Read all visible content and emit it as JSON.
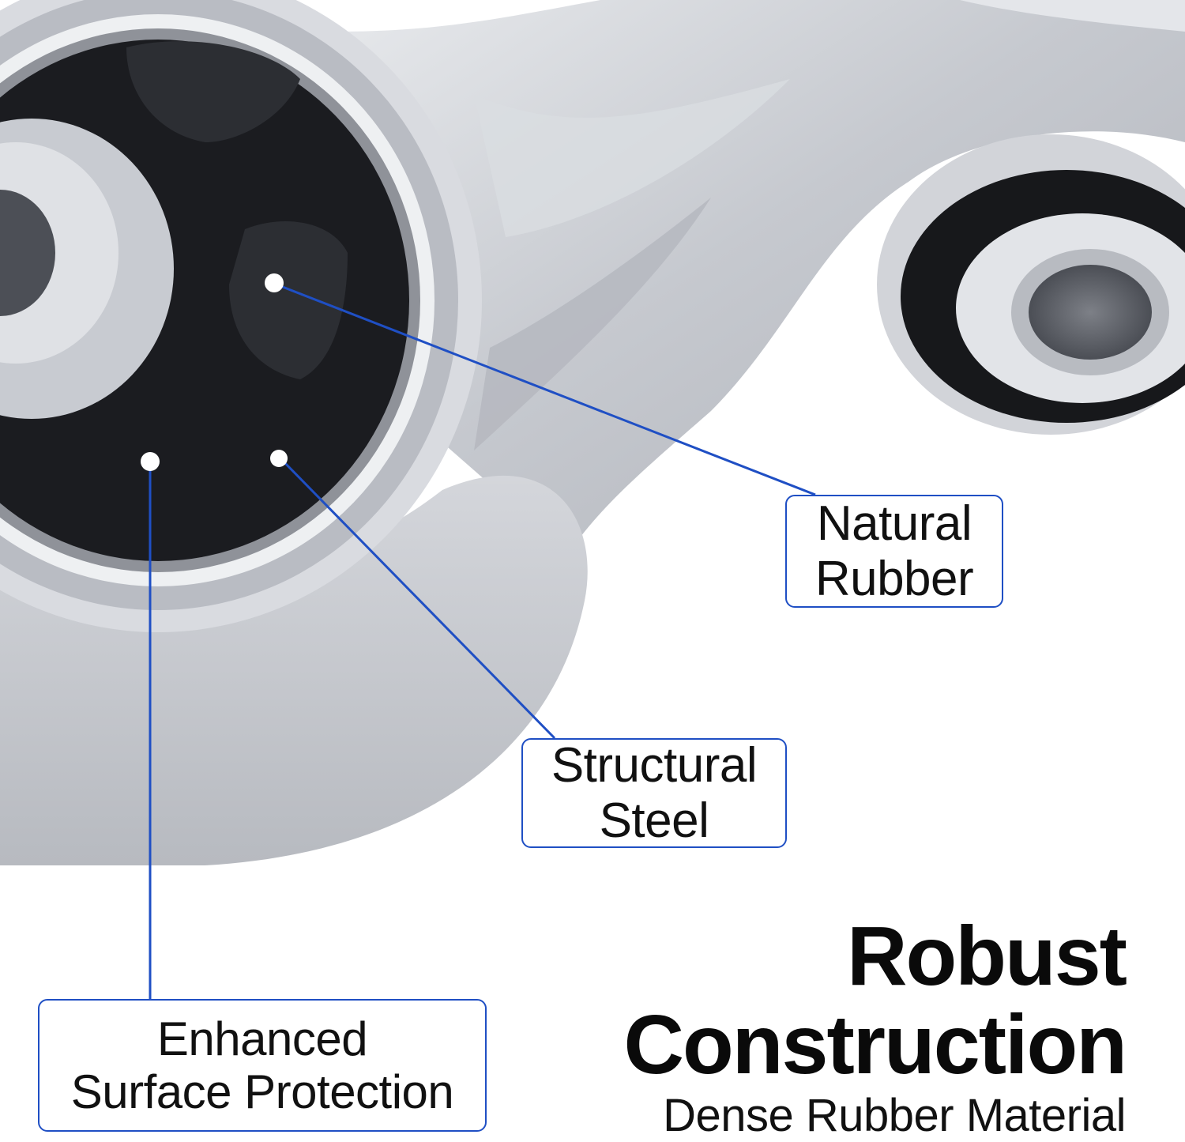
{
  "callouts": {
    "natural_rubber": [
      "Natural",
      "Rubber"
    ],
    "structural_steel": [
      "Structural",
      "Steel"
    ],
    "surface_protection": [
      "Enhanced",
      "Surface Protection"
    ]
  },
  "headline": {
    "line1": "Robust",
    "line2": "Construction",
    "subtitle": "Dense Rubber Material"
  },
  "colors": {
    "accent": "#1f4fc4",
    "metal": "#c9ccd2",
    "rubber": "#1b1c20",
    "background": "#ffffff"
  }
}
